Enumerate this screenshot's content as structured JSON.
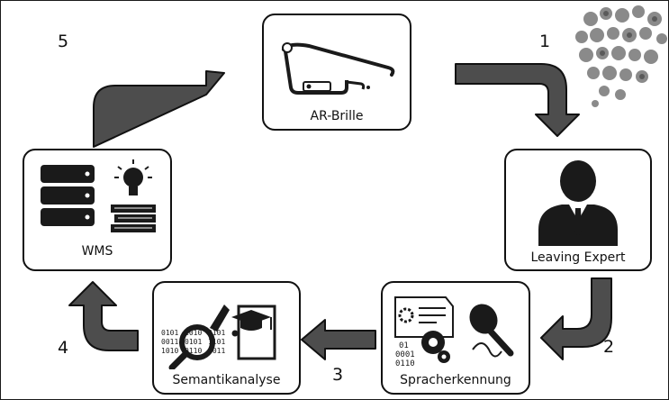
{
  "nodes": {
    "ar_brille": {
      "label": "AR-Brille",
      "icon": "ar-glasses-icon"
    },
    "leaving_expert": {
      "label": "Leaving Expert",
      "icon": "expert-person-icon"
    },
    "spracherkennung": {
      "label": "Spracherkennung",
      "icon": "speech-recognition-icon"
    },
    "semantikanalyse": {
      "label": "Semantikanalyse",
      "icon": "semantic-analysis-icon"
    },
    "wms": {
      "label": "WMS",
      "icon": "server-stack-icon"
    }
  },
  "steps": [
    "1",
    "2",
    "3",
    "4",
    "5"
  ],
  "colors": {
    "arrow_fill": "#4d4d4d",
    "outline": "#111111",
    "icon_dark": "#1a1a1a"
  },
  "decor": {
    "icon": "knowledge-cloud-icon"
  }
}
